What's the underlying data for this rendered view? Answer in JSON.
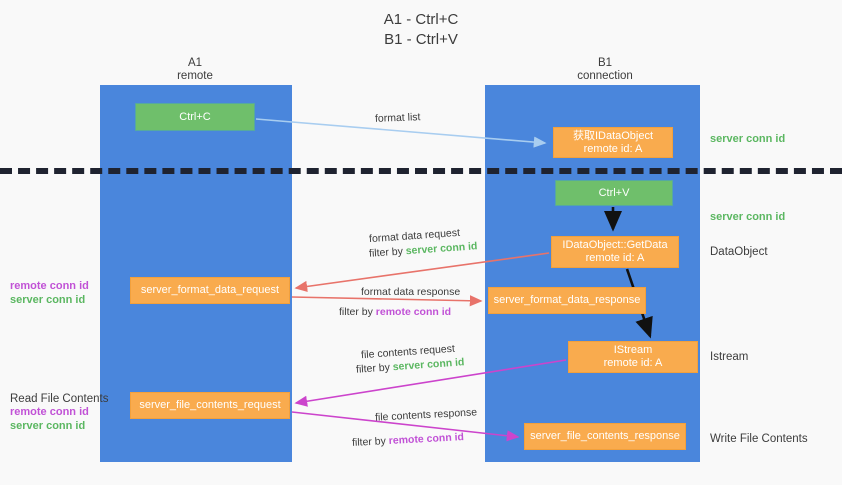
{
  "title": "A1 - Ctrl+C\nB1 - Ctrl+V",
  "columns": {
    "a1": "A1\nremote",
    "b1": "B1\nconnection"
  },
  "boxes": {
    "ctrl_c": "Ctrl+C",
    "get_dataobject": "获取IDataObject\nremote id: A",
    "ctrl_v": "Ctrl+V",
    "getdata": "IDataObject::GetData\nremote id: A",
    "server_format_data_request": "server_format_data_request",
    "server_format_data_response": "server_format_data_response",
    "istream": "IStream\nremote id: A",
    "server_file_contents_request": "server_file_contents_request",
    "server_file_contents_response": "server_file_contents_response"
  },
  "side_labels": {
    "dataobject": "DataObject",
    "istream": "Istream",
    "write_file_contents": "Write File Contents",
    "read_file_contents": "Read File Contents"
  },
  "conn_ids": {
    "server": "server conn id",
    "remote": "remote conn id"
  },
  "arrow_labels": {
    "format_list": "format list",
    "format_data_request": "format data request",
    "format_data_request_filter_prefix": "filter by ",
    "format_data_response": "format data response",
    "format_data_response_filter_prefix": "filter by ",
    "file_contents_request": "file contents request",
    "file_contents_request_filter_prefix": "filter by ",
    "file_contents_response": "file contents response",
    "file_contents_response_filter_prefix": "filter by "
  },
  "colors": {
    "lane_blue": "#4a86dc",
    "box_green": "#6fbf6b",
    "box_orange": "#f9ab4e",
    "arrow_light_blue": "#a8cdf0",
    "arrow_red": "#e8736a",
    "arrow_magenta": "#cc44cc",
    "arrow_black": "#111111",
    "text_green": "#5bb761",
    "text_purple": "#c152d6",
    "background": "#f9f9f9"
  }
}
